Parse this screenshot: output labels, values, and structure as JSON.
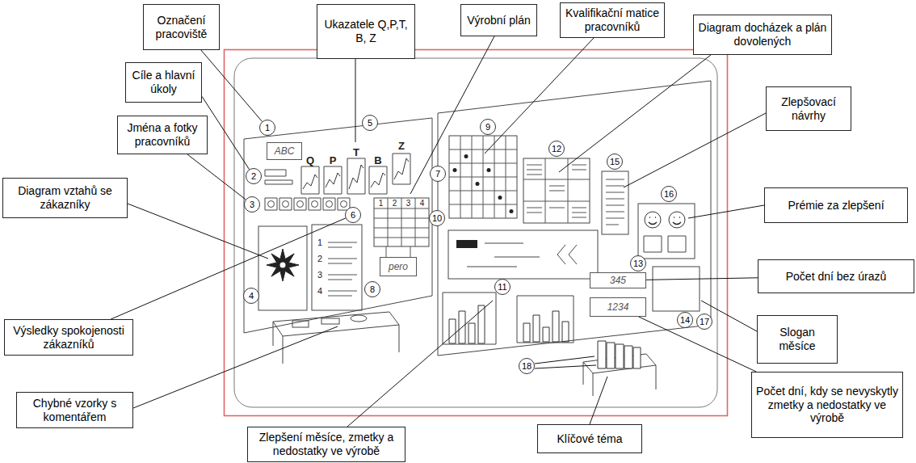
{
  "diagram": {
    "nodes": [
      {
        "text": [
          "Označení pracoviště"
        ]
      },
      {
        "text": [
          "Ukazatele Q,P,T, B, Z"
        ]
      },
      {
        "text": [
          "Výrobní plán"
        ]
      },
      {
        "text": [
          "Kvalifikační matice pracovníků"
        ]
      },
      {
        "text": [
          "Diagram docházek a plán dovolených"
        ]
      },
      {
        "text": [
          "Cíle a hlavní úkoly"
        ]
      },
      {
        "text": [
          "Zlepšovací návrhy"
        ]
      },
      {
        "text": [
          "Jména a fotky pracovníků"
        ]
      },
      {
        "text": [
          "Diagram vztahů se zákazníky"
        ]
      },
      {
        "text": [
          "Prémie za zlepšení"
        ]
      },
      {
        "text": [
          "Počet dní bez úrazů"
        ]
      },
      {
        "text": [
          "Výsledky spokojenosti zákazníků"
        ]
      },
      {
        "text": [
          "Slogan měsíce"
        ]
      },
      {
        "text": [
          "Počet dní, kdy se nevyskytly zmetky a nedostatky ve výrobě"
        ]
      },
      {
        "text": [
          "Chybné vzorky s komentářem"
        ]
      },
      {
        "text": [
          "Zlepšení měsíce, zmetky a nedostatky ve výrobě"
        ]
      },
      {
        "text": [
          "Klíčové téma"
        ]
      },
      {
        "text": [
          "ABC"
        ]
      },
      {
        "text": [
          "pero"
        ]
      },
      {
        "text": [
          "345"
        ]
      },
      {
        "text": [
          "1234"
        ]
      },
      {
        "text": [
          "1"
        ]
      },
      {
        "text": [
          "2"
        ]
      },
      {
        "text": [
          "3"
        ]
      },
      {
        "text": [
          "4"
        ]
      },
      {
        "text": [
          "5"
        ]
      },
      {
        "text": [
          "6"
        ]
      },
      {
        "text": [
          "7"
        ]
      },
      {
        "text": [
          "8"
        ]
      },
      {
        "text": [
          "9"
        ]
      },
      {
        "text": [
          "10"
        ]
      },
      {
        "text": [
          "11"
        ]
      },
      {
        "text": [
          "12"
        ]
      },
      {
        "text": [
          "13"
        ]
      },
      {
        "text": [
          "14"
        ]
      },
      {
        "text": [
          "15"
        ]
      },
      {
        "text": [
          "16"
        ]
      },
      {
        "text": [
          "17"
        ]
      },
      {
        "text": [
          "18"
        ]
      }
    ],
    "edges": [
      {
        "from": 0,
        "to": 21,
        "arrow": "none"
      },
      {
        "from": 5,
        "to": 22,
        "arrow": "none"
      },
      {
        "from": 7,
        "to": 23,
        "arrow": "none"
      },
      {
        "from": 11,
        "to": 26,
        "arrow": "none"
      },
      {
        "from": 10,
        "to": 19,
        "arrow": "none"
      },
      {
        "from": 13,
        "to": 20,
        "arrow": "none"
      }
    ],
    "labels": [
      "Q",
      "P",
      "T",
      "B",
      "Z",
      "1",
      "2",
      "3",
      "4",
      "1",
      "2",
      "3",
      "4"
    ]
  }
}
